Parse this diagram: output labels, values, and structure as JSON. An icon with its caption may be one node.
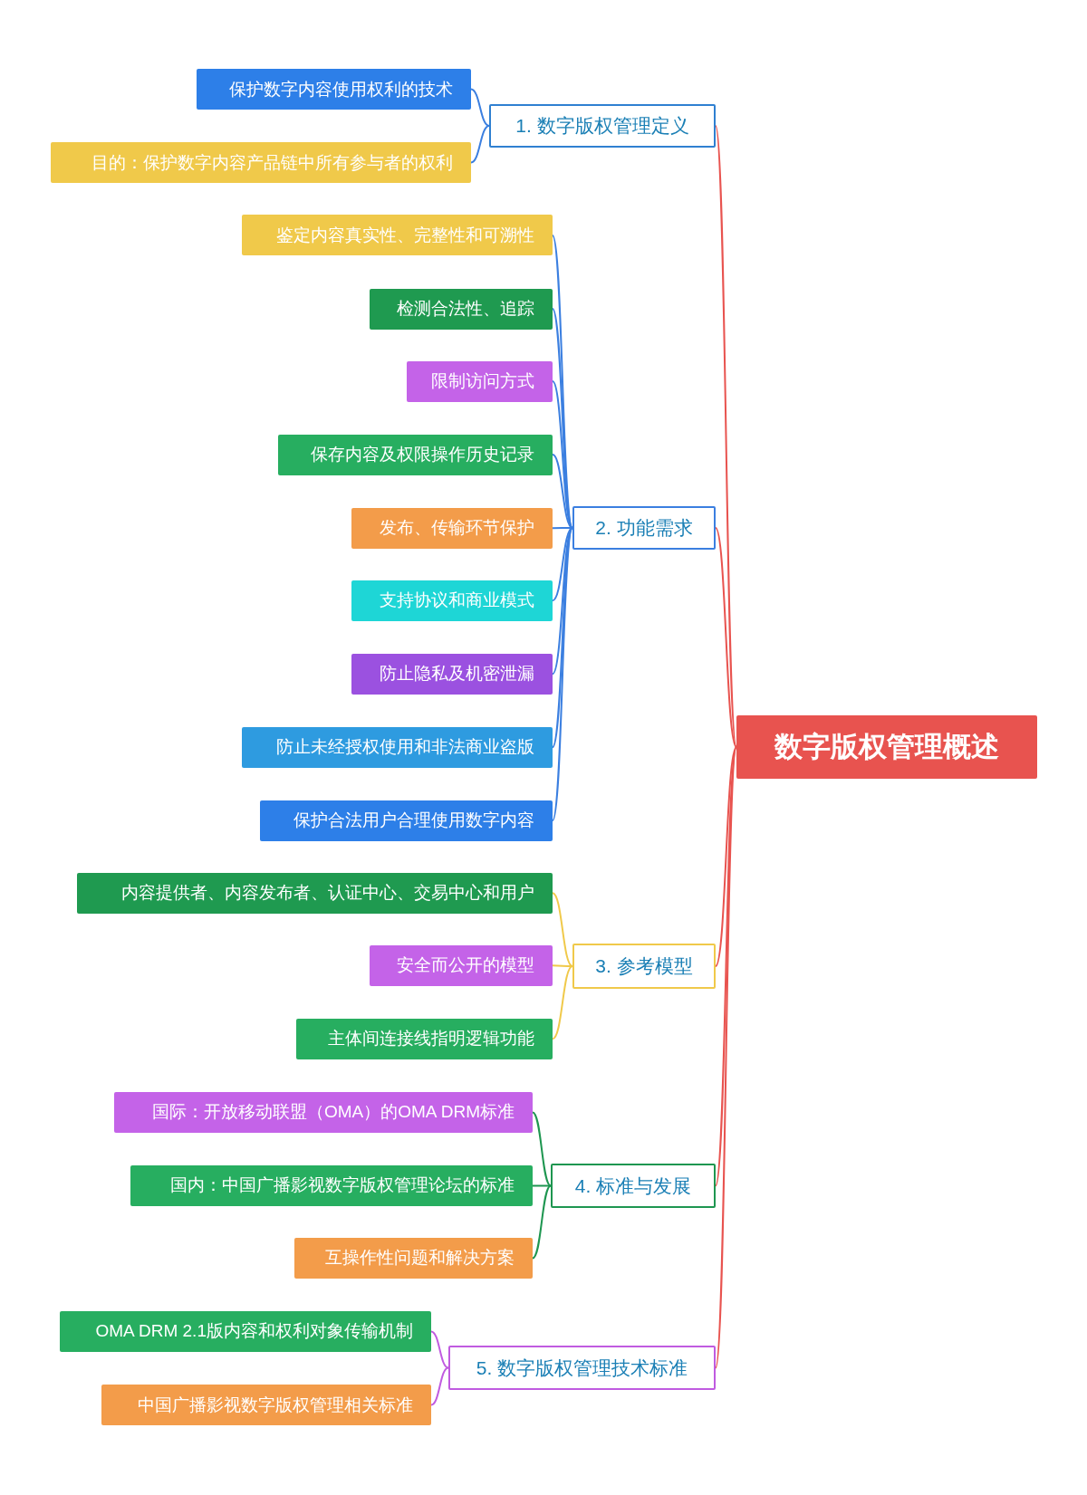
{
  "diagram": {
    "nodes": [
      {
        "text": [
          "数字版权管理概述"
        ]
      },
      {
        "text": [
          "1. 数字版权管理定义"
        ]
      },
      {
        "text": [
          "保护数字内容使用权利的技术"
        ]
      },
      {
        "text": [
          "目的：保护数字内容产品链中所有参与者的权利"
        ]
      },
      {
        "text": [
          "2. 功能需求"
        ]
      },
      {
        "text": [
          "鉴定内容真实性、完整性和可溯性"
        ]
      },
      {
        "text": [
          "检测合法性、追踪"
        ]
      },
      {
        "text": [
          "限制访问方式"
        ]
      },
      {
        "text": [
          "保存内容及权限操作历史记录"
        ]
      },
      {
        "text": [
          "发布、传输环节保护"
        ]
      },
      {
        "text": [
          "支持协议和商业模式"
        ]
      },
      {
        "text": [
          "防止隐私及机密泄漏"
        ]
      },
      {
        "text": [
          "防止未经授权使用和非法商业盗版"
        ]
      },
      {
        "text": [
          "保护合法用户合理使用数字内容"
        ]
      },
      {
        "text": [
          "3. 参考模型"
        ]
      },
      {
        "text": [
          "内容提供者、内容发布者、认证中心、交易中心和用户"
        ]
      },
      {
        "text": [
          "安全而公开的模型"
        ]
      },
      {
        "text": [
          "主体间连接线指明逻辑功能"
        ]
      },
      {
        "text": [
          "4. 标准与发展"
        ]
      },
      {
        "text": [
          "国际：开放移动联盟（OMA）的OMA DRM标准"
        ]
      },
      {
        "text": [
          "国内：中国广播影视数字版权管理论坛的标准"
        ]
      },
      {
        "text": [
          "互操作性问题和解决方案"
        ]
      },
      {
        "text": [
          "5. 数字版权管理技术标准"
        ]
      },
      {
        "text": [
          "OMA DRM 2.1版内容和权利对象传输机制"
        ]
      },
      {
        "text": [
          "中国广播影视数字版权管理相关标准"
        ]
      }
    ],
    "edges": [
      {
        "from": 0,
        "to": 1,
        "arrow": "none",
        "color": "#e8534f"
      },
      {
        "from": 0,
        "to": 4,
        "arrow": "none",
        "color": "#e8534f"
      },
      {
        "from": 0,
        "to": 14,
        "arrow": "none",
        "color": "#e8534f"
      },
      {
        "from": 0,
        "to": 18,
        "arrow": "none",
        "color": "#e8534f"
      },
      {
        "from": 0,
        "to": 22,
        "arrow": "none",
        "color": "#e8534f"
      },
      {
        "from": 1,
        "to": 2,
        "arrow": "none"
      },
      {
        "from": 1,
        "to": 3,
        "arrow": "none"
      },
      {
        "from": 4,
        "to": 5,
        "arrow": "none"
      },
      {
        "from": 4,
        "to": 6,
        "arrow": "none"
      },
      {
        "from": 4,
        "to": 7,
        "arrow": "none"
      },
      {
        "from": 4,
        "to": 8,
        "arrow": "none"
      },
      {
        "from": 4,
        "to": 9,
        "arrow": "none"
      },
      {
        "from": 4,
        "to": 10,
        "arrow": "none"
      },
      {
        "from": 4,
        "to": 11,
        "arrow": "none"
      },
      {
        "from": 4,
        "to": 12,
        "arrow": "none"
      },
      {
        "from": 4,
        "to": 13,
        "arrow": "none"
      },
      {
        "from": 14,
        "to": 15,
        "arrow": "none",
        "color": "#f0c94a"
      },
      {
        "from": 14,
        "to": 16,
        "arrow": "none",
        "color": "#f0c94a"
      },
      {
        "from": 14,
        "to": 17,
        "arrow": "none",
        "color": "#f0c94a"
      },
      {
        "from": 18,
        "to": 19,
        "arrow": "none",
        "color": "#1e9650"
      },
      {
        "from": 18,
        "to": 20,
        "arrow": "none",
        "color": "#1e9650"
      },
      {
        "from": 18,
        "to": 21,
        "arrow": "none",
        "color": "#1e9650"
      },
      {
        "from": 22,
        "to": 23,
        "arrow": "none",
        "color": "#c05be0"
      },
      {
        "from": 22,
        "to": 24,
        "arrow": "none",
        "color": "#c05be0"
      }
    ]
  }
}
